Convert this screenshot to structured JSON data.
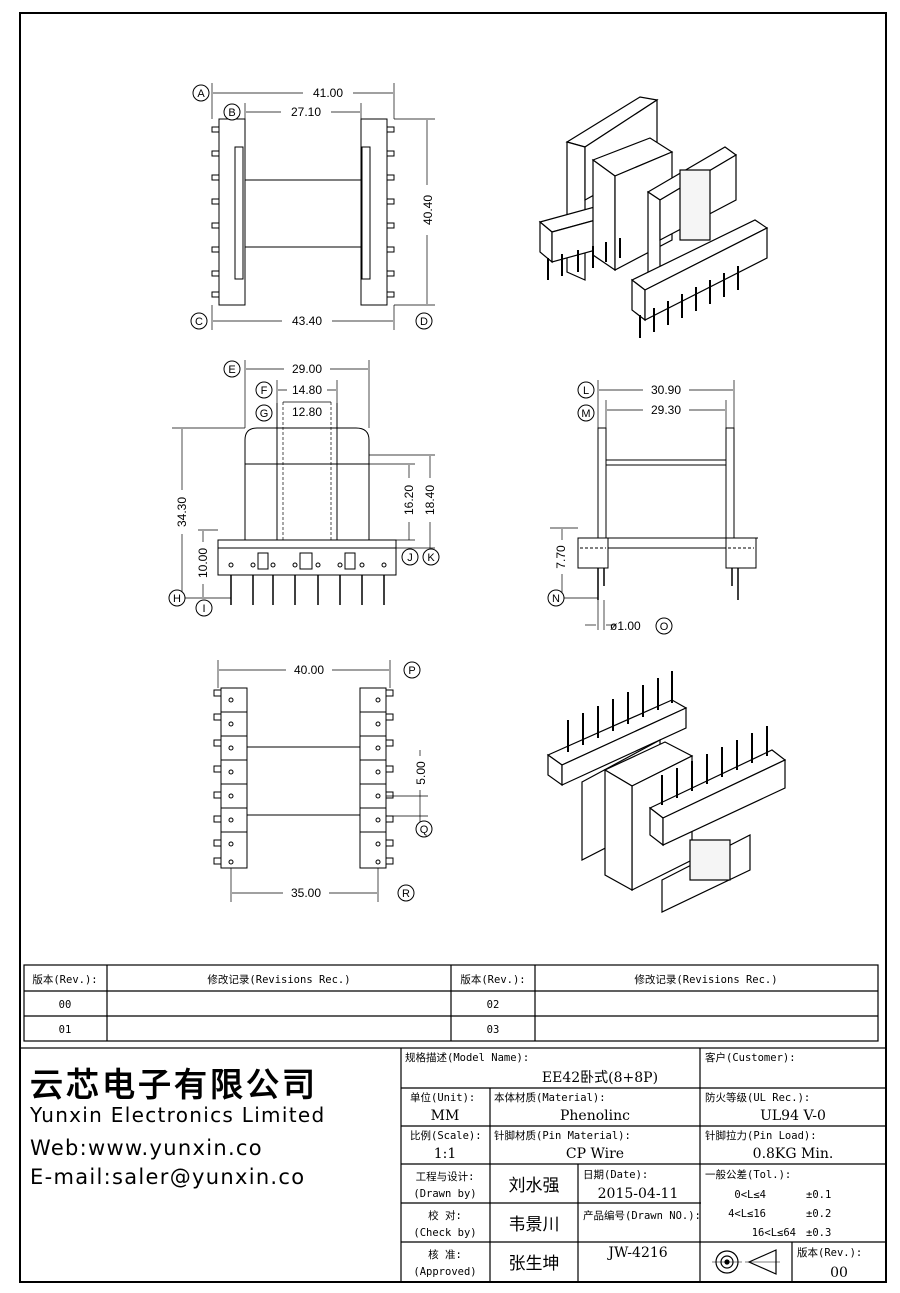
{
  "dimensions": {
    "top_view": {
      "d_41_00": "41.00",
      "d_27_10": "27.10",
      "d_40_40": "40.40",
      "d_43_40": "43.40"
    },
    "front_view": {
      "d_29_00": "29.00",
      "d_14_80": "14.80",
      "d_12_80": "12.80",
      "d_34_30": "34.30",
      "d_16_20": "16.20",
      "d_18_40": "18.40",
      "d_10_00": "10.00"
    },
    "side_view": {
      "d_30_90": "30.90",
      "d_29_30": "29.30",
      "d_7_70": "7.70",
      "d_pin": "ø1.00"
    },
    "bottom_view": {
      "d_40_00": "40.00",
      "d_5_00": "5.00",
      "d_35_00": "35.00"
    }
  },
  "callouts": [
    "A",
    "B",
    "C",
    "D",
    "E",
    "F",
    "G",
    "H",
    "I",
    "J",
    "K",
    "L",
    "M",
    "N",
    "O",
    "P",
    "Q",
    "R"
  ],
  "revisions": {
    "col_rev": "版本(Rev.):",
    "col_rec": "修改记录(Revisions Rec.)",
    "left_rows": [
      "00",
      "01"
    ],
    "right_rows": [
      "02",
      "03"
    ]
  },
  "company": {
    "name_cn": "云芯电子有限公司",
    "name_en": "Yunxin Electronics Limited",
    "web": "Web:www.yunxin.co",
    "email": "E-mail:saler@yunxin.co"
  },
  "title_block": {
    "model_label": "规格描述(Model Name):",
    "model_value": "EE42卧式(8+8P)",
    "customer_label": "客户(Customer):",
    "unit_label": "单位(Unit):",
    "unit_value": "MM",
    "material_label": "本体材质(Material):",
    "material_value": "Phenolinc",
    "ul_label": "防火等级(UL Rec.):",
    "ul_value": "UL94 V-0",
    "scale_label": "比例(Scale):",
    "scale_value": "1:1",
    "pin_material_label": "针脚材质(Pin Material):",
    "pin_material_value": "CP Wire",
    "pin_load_label": "针脚拉力(Pin Load):",
    "pin_load_value": "0.8KG Min.",
    "drawn_label_cn": "工程与设计:",
    "drawn_label_en": "(Drawn by)",
    "drawn_value": "刘水强",
    "date_label": "日期(Date):",
    "date_value": "2015-04-11",
    "check_label_cn": "校  对:",
    "check_label_en": "(Check by)",
    "check_value": "韦景川",
    "drawing_no_label": "产品编号(Drawn NO.):",
    "drawing_no_value": "JW-4216",
    "approved_label_cn": "核  准:",
    "approved_label_en": "(Approved)",
    "approved_value": "张生坤",
    "tol_label": "一般公差(Tol.):",
    "tol_rows": [
      {
        "range": "0<L≤4",
        "tol": "±0.1"
      },
      {
        "range": "4<L≤16",
        "tol": "±0.2"
      },
      {
        "range": "16<L≤64",
        "tol": "±0.3"
      }
    ],
    "rev_label": "版本(Rev.):",
    "rev_value": "00"
  }
}
